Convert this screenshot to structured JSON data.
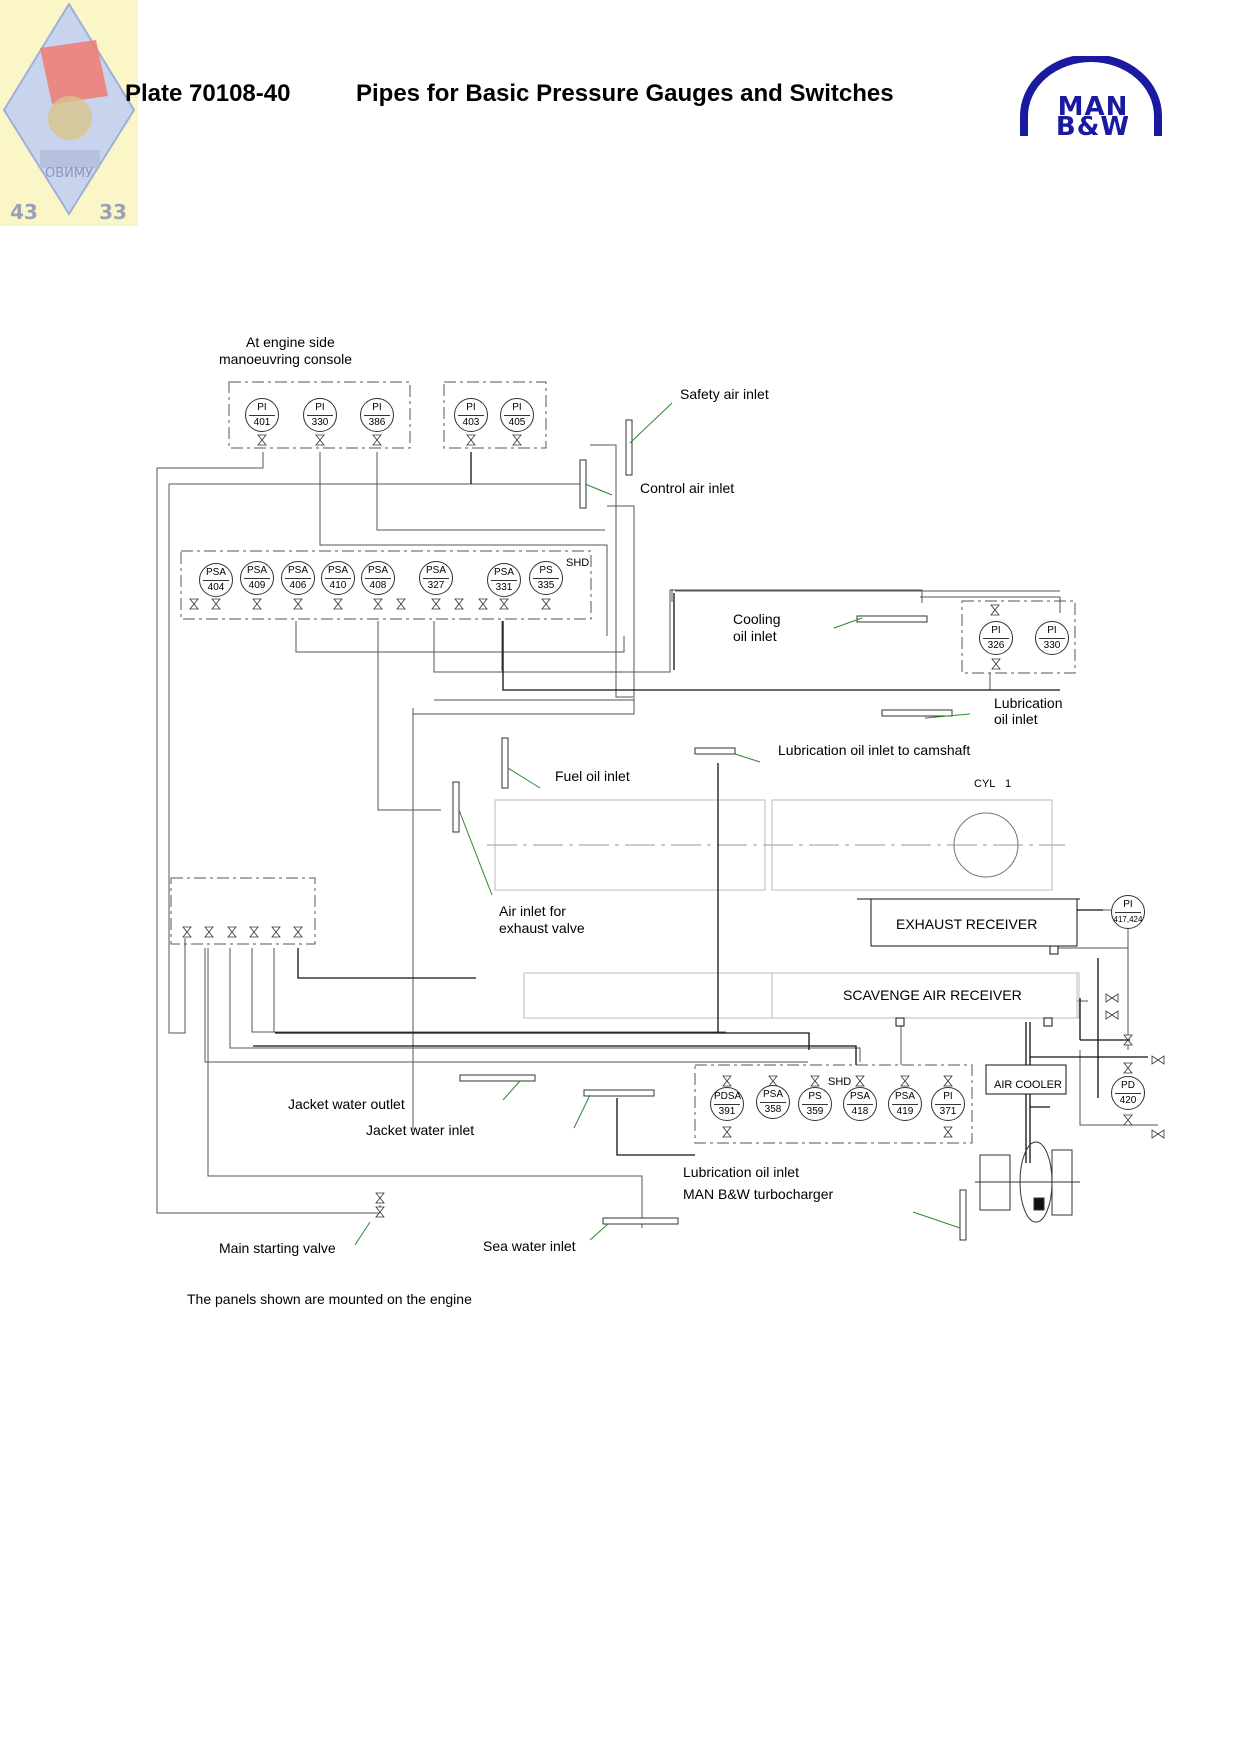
{
  "header": {
    "plate": "Plate 70108-40",
    "title": "Pipes for Basic Pressure Gauges and Switches",
    "logo_line1": "MAN",
    "logo_line2": "B&W",
    "emblem_text": "ОВИМУ",
    "emblem_left": "43",
    "emblem_right": "33"
  },
  "labels": {
    "engine_side_1": "At engine side",
    "engine_side_2": "manoeuvring console",
    "safety_air": "Safety air inlet",
    "control_air": "Control air inlet",
    "cooling_oil_1": "Cooling",
    "cooling_oil_2": "oil inlet",
    "lub_oil_1": "Lubrication",
    "lub_oil_2": "oil inlet",
    "lub_camshaft": "Lubrication oil inlet to camshaft",
    "fuel_oil": "Fuel oil inlet",
    "cyl": "CYL",
    "cyl_no": "1",
    "air_exhaust_1": "Air inlet for",
    "air_exhaust_2": "exhaust valve",
    "exhaust_receiver": "EXHAUST RECEIVER",
    "scavenge_receiver": "SCAVENGE AIR RECEIVER",
    "air_cooler": "AIR COOLER",
    "jacket_outlet": "Jacket water outlet",
    "jacket_inlet": "Jacket water inlet",
    "lub_turbo_1": "Lubrication oil inlet",
    "lub_turbo_2": "MAN B&W turbocharger",
    "main_starting": "Main starting valve",
    "sea_water": "Sea water inlet",
    "shd1": "SHD",
    "shd2": "SHD",
    "footnote": "The panels shown are mounted on the engine"
  },
  "gauges": [
    {
      "type": "PI",
      "num": "401"
    },
    {
      "type": "PI",
      "num": "330"
    },
    {
      "type": "PI",
      "num": "386"
    },
    {
      "type": "PI",
      "num": "403"
    },
    {
      "type": "PI",
      "num": "405"
    },
    {
      "type": "PSA",
      "num": "404"
    },
    {
      "type": "PSA",
      "num": "409"
    },
    {
      "type": "PSA",
      "num": "406"
    },
    {
      "type": "PSA",
      "num": "410"
    },
    {
      "type": "PSA",
      "num": "408"
    },
    {
      "type": "PSA",
      "num": "327"
    },
    {
      "type": "PSA",
      "num": "331"
    },
    {
      "type": "PS",
      "num": "335"
    },
    {
      "type": "PI",
      "num": "326"
    },
    {
      "type": "PI",
      "num": "330"
    },
    {
      "type": "PI",
      "num": "417,424"
    },
    {
      "type": "PDSA",
      "num": "391"
    },
    {
      "type": "PSA",
      "num": "358"
    },
    {
      "type": "PS",
      "num": "359"
    },
    {
      "type": "PSA",
      "num": "418"
    },
    {
      "type": "PSA",
      "num": "419"
    },
    {
      "type": "PI",
      "num": "371"
    },
    {
      "type": "PD",
      "num": "420"
    }
  ]
}
